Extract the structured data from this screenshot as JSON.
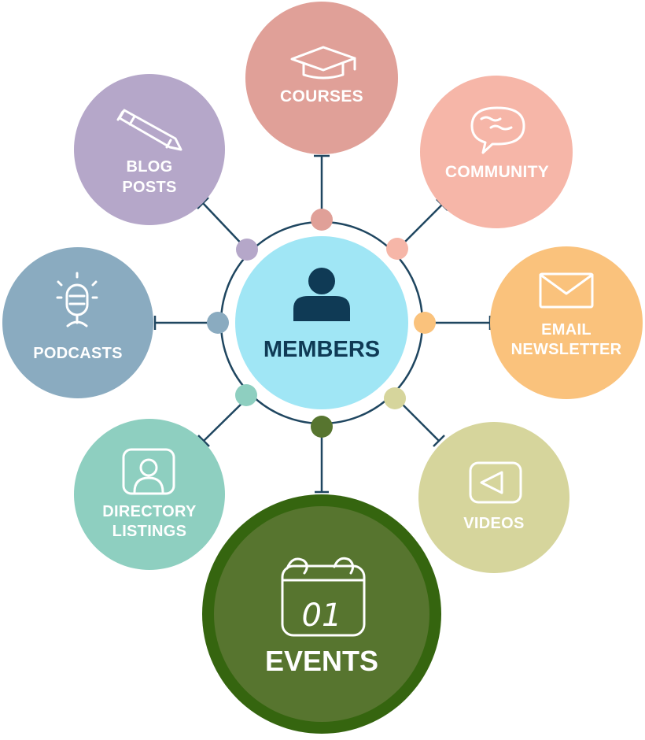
{
  "hub": {
    "label": "MEMBERS",
    "icon": "user-icon",
    "color": "#a0e6f5",
    "ring_color": "#1f4660",
    "icon_color": "#0f3a55"
  },
  "nodes": [
    {
      "id": "courses",
      "lines": [
        "COURSES"
      ],
      "icon": "graduation-cap-icon",
      "color": "#e0a098",
      "dot_color": "#e0a098"
    },
    {
      "id": "community",
      "lines": [
        "COMMUNITY"
      ],
      "icon": "speech-bubble-icon",
      "color": "#f6b6a8",
      "dot_color": "#f6b6a8"
    },
    {
      "id": "email-newsletter",
      "lines": [
        "EMAIL",
        "NEWSLETTER"
      ],
      "icon": "envelope-icon",
      "color": "#fac27c",
      "dot_color": "#fac27c"
    },
    {
      "id": "videos",
      "lines": [
        "VIDEOS"
      ],
      "icon": "play-icon",
      "color": "#d6d59c",
      "dot_color": "#d6d59c"
    },
    {
      "id": "events",
      "lines": [
        "EVENTS"
      ],
      "icon": "calendar-icon",
      "color": "#57752f",
      "ring_color": "#35650f",
      "dot_color": "#57752f",
      "icon_text": "01"
    },
    {
      "id": "directory-listings",
      "lines": [
        "DIRECTORY",
        "LISTINGS"
      ],
      "icon": "profile-card-icon",
      "color": "#8ecfc0",
      "dot_color": "#8ecfc0"
    },
    {
      "id": "podcasts",
      "lines": [
        "PODCASTS"
      ],
      "icon": "microphone-icon",
      "color": "#8aabc0",
      "dot_color": "#8aabc0"
    },
    {
      "id": "blog-posts",
      "lines": [
        "BLOG",
        "POSTS"
      ],
      "icon": "pencil-icon",
      "color": "#b5a7c9",
      "dot_color": "#b5a7c9"
    }
  ]
}
